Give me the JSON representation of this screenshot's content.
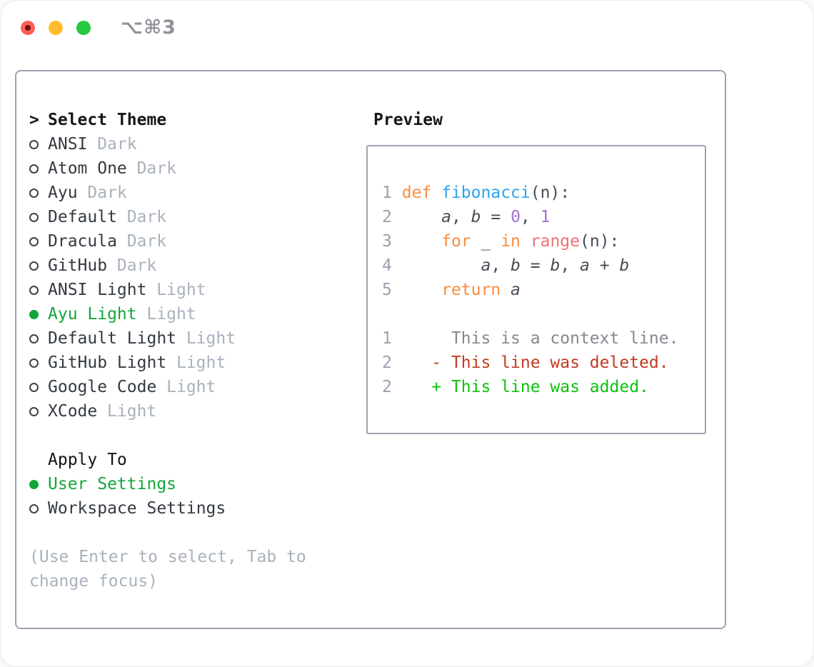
{
  "window": {
    "title": "⌥⌘3",
    "traffic_lights": [
      "close",
      "minimize",
      "zoom"
    ]
  },
  "theme_list": {
    "title_marker": ">",
    "title": "Select Theme",
    "items": [
      {
        "name": "ANSI",
        "variant": "Dark",
        "selected": false
      },
      {
        "name": "Atom One",
        "variant": "Dark",
        "selected": false
      },
      {
        "name": "Ayu",
        "variant": "Dark",
        "selected": false
      },
      {
        "name": "Default",
        "variant": "Dark",
        "selected": false
      },
      {
        "name": "Dracula",
        "variant": "Dark",
        "selected": false
      },
      {
        "name": "GitHub",
        "variant": "Dark",
        "selected": false
      },
      {
        "name": "ANSI Light",
        "variant": "Light",
        "selected": false
      },
      {
        "name": "Ayu Light",
        "variant": "Light",
        "selected": true
      },
      {
        "name": "Default Light",
        "variant": "Light",
        "selected": false
      },
      {
        "name": "GitHub Light",
        "variant": "Light",
        "selected": false
      },
      {
        "name": "Google Code",
        "variant": "Light",
        "selected": false
      },
      {
        "name": "XCode",
        "variant": "Light",
        "selected": false
      }
    ]
  },
  "apply_to": {
    "title": "Apply To",
    "options": [
      {
        "label": "User Settings",
        "selected": true
      },
      {
        "label": "Workspace Settings",
        "selected": false
      }
    ]
  },
  "hints": [
    "(Use Enter to select, Tab to",
    "change focus)"
  ],
  "preview": {
    "title": "Preview",
    "lines": [
      {
        "n": "1",
        "toks": [
          {
            "c": "kw",
            "t": "def"
          },
          {
            "c": "pl",
            "t": " "
          },
          {
            "c": "fn",
            "t": "fibonacci"
          },
          {
            "c": "pl",
            "t": "(n):"
          }
        ]
      },
      {
        "n": "2",
        "toks": [
          {
            "c": "pl",
            "t": "    "
          },
          {
            "c": "var",
            "t": "a"
          },
          {
            "c": "pl",
            "t": ", "
          },
          {
            "c": "var",
            "t": "b"
          },
          {
            "c": "pl",
            "t": " = "
          },
          {
            "c": "const",
            "t": "0"
          },
          {
            "c": "pl",
            "t": ", "
          },
          {
            "c": "const",
            "t": "1"
          }
        ]
      },
      {
        "n": "3",
        "toks": [
          {
            "c": "pl",
            "t": "    "
          },
          {
            "c": "kw",
            "t": "for"
          },
          {
            "c": "pl",
            "t": " _ "
          },
          {
            "c": "kw",
            "t": "in"
          },
          {
            "c": "pl",
            "t": " "
          },
          {
            "c": "rng",
            "t": "range"
          },
          {
            "c": "pl",
            "t": "(n):"
          }
        ]
      },
      {
        "n": "4",
        "toks": [
          {
            "c": "pl",
            "t": "        "
          },
          {
            "c": "var",
            "t": "a"
          },
          {
            "c": "pl",
            "t": ", "
          },
          {
            "c": "var",
            "t": "b"
          },
          {
            "c": "pl",
            "t": " = "
          },
          {
            "c": "var",
            "t": "b"
          },
          {
            "c": "pl",
            "t": ", "
          },
          {
            "c": "var",
            "t": "a"
          },
          {
            "c": "pl",
            "t": " + "
          },
          {
            "c": "var",
            "t": "b"
          }
        ]
      },
      {
        "n": "5",
        "toks": [
          {
            "c": "pl",
            "t": "    "
          },
          {
            "c": "kw",
            "t": "return"
          },
          {
            "c": "pl",
            "t": " "
          },
          {
            "c": "var",
            "t": "a"
          }
        ]
      },
      {
        "n": "",
        "toks": []
      },
      {
        "n": "1",
        "toks": [
          {
            "c": "ctx",
            "t": "     This is a context line."
          }
        ]
      },
      {
        "n": "2",
        "toks": [
          {
            "c": "del",
            "t": "   - This line was deleted."
          }
        ]
      },
      {
        "n": "2",
        "toks": [
          {
            "c": "add",
            "t": "   + This line was added."
          }
        ]
      }
    ]
  },
  "colors": {
    "accent_green": "#13a53a",
    "diff_added": "#0cc20c",
    "diff_deleted": "#c23a20",
    "context_gray": "#85898f",
    "keyword_orange": "#fa8d3e",
    "function_blue": "#2fa3e8",
    "constant_purple": "#a470d4",
    "builtin_coral": "#f07171",
    "code_plain": "#474e56",
    "line_number_gray": "#98a2ad",
    "muted_gray": "#a9b1bc",
    "item_text": "#343a41",
    "panel_border": "#9aa3ad",
    "traffic_red": "#ff5f57",
    "traffic_yellow": "#ffbd2e",
    "traffic_green": "#27c93f"
  }
}
